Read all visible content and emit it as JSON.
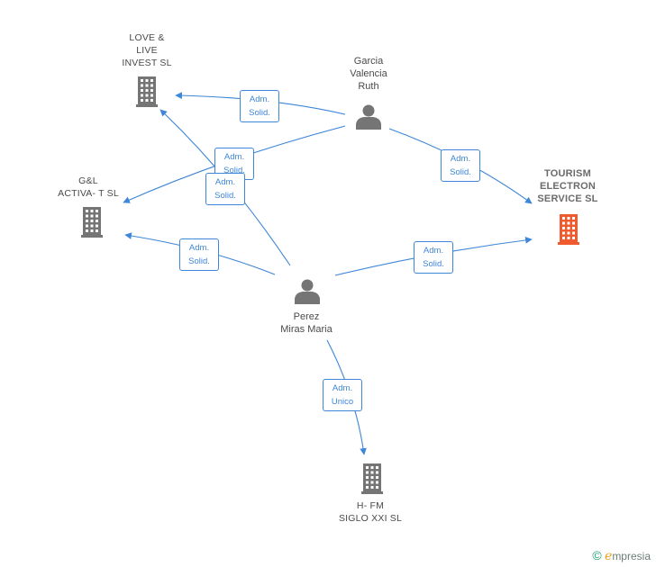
{
  "colors": {
    "edge": "#3e86d8",
    "icon": "#757575",
    "focus": "#ef5a2e"
  },
  "nodes": {
    "love_live": {
      "label": "LOVE &\nLIVE\nINVEST  SL",
      "kind": "company",
      "icon": "building-icon"
    },
    "garcia": {
      "label": "Garcia\nValencia\nRuth",
      "kind": "person",
      "icon": "person-icon"
    },
    "gl_activa": {
      "label": "G&L\nACTIVA- T  SL",
      "kind": "company",
      "icon": "building-icon"
    },
    "tourism": {
      "label": "TOURISM\nELECTRON\nSERVICE  SL",
      "kind": "company-main",
      "icon": "building-icon"
    },
    "perez": {
      "label": "Perez\nMiras Maria",
      "kind": "person",
      "icon": "person-icon"
    },
    "hfm": {
      "label": "H- FM\nSIGLO XXI  SL",
      "kind": "company",
      "icon": "building-icon"
    }
  },
  "edges": [
    {
      "from": "garcia",
      "to": "love_live",
      "label": "Adm.\nSolid."
    },
    {
      "from": "garcia",
      "to": "gl_activa",
      "label": "Adm.\nSolid."
    },
    {
      "from": "garcia",
      "to": "tourism",
      "label": "Adm.\nSolid."
    },
    {
      "from": "perez",
      "to": "love_live",
      "label": "Adm.\nSolid."
    },
    {
      "from": "perez",
      "to": "gl_activa",
      "label": "Adm.\nSolid."
    },
    {
      "from": "perez",
      "to": "tourism",
      "label": "Adm.\nSolid."
    },
    {
      "from": "perez",
      "to": "hfm",
      "label": "Adm.\nUnico"
    }
  ],
  "brand": {
    "copyright": "©",
    "e": "e",
    "rest": "mpresia"
  }
}
